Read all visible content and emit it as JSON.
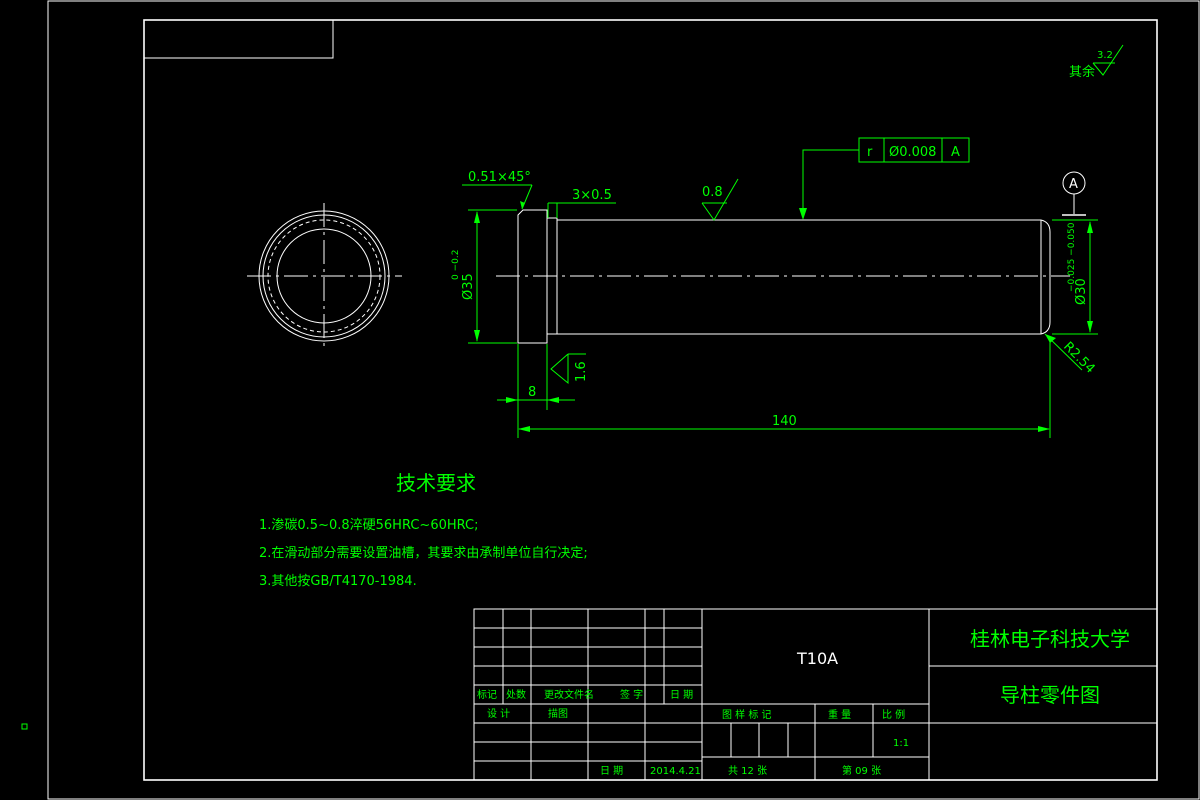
{
  "drawing": {
    "surface_roughness_rest": {
      "label": "其余",
      "value": "3.2"
    },
    "chamfer_note": "0.51×45°",
    "groove_note": "3×0.5",
    "roughness_top": "0.8",
    "roughness_left": "1.6",
    "tolerance_frame": {
      "symbol": "r",
      "value": "Ø0.008",
      "datum": "A"
    },
    "datum_label": "A",
    "dim_left_diameter": "Ø35",
    "dim_left_tol": "0 −0.2",
    "dim_right_diameter": "Ø30",
    "dim_right_tol": "−0.025 −0.050",
    "dim_radius": "R2.54",
    "dim_length_8": "8",
    "dim_length_140": "140"
  },
  "tech_requirements": {
    "title": "技术要求",
    "items": [
      "1.渗碳0.5~0.8淬硬56HRC~60HRC;",
      "2.在滑动部分需要设置油槽，其要求由承制单位自行决定;",
      "3.其他按GB/T4170-1984."
    ]
  },
  "title_block": {
    "material": "T10A",
    "school": "桂林电子科技大学",
    "drawing_name": "导柱零件图",
    "rev_headers": [
      "标记",
      "处数",
      "更改文件名",
      "签 字",
      "日 期"
    ],
    "design_label": "设 计",
    "draw_label": "描图",
    "date_label": "日 期",
    "date_value": "2014.4.21",
    "mark_headers": [
      "图 样 标 记",
      "重 量",
      "比 例"
    ],
    "scale": "1:1",
    "total_sheets": "共 12 张",
    "sheet_no": "第 09 张"
  },
  "colors": {
    "background": "#000000",
    "outline": "#ffffff",
    "annotation": "#00ff00"
  }
}
